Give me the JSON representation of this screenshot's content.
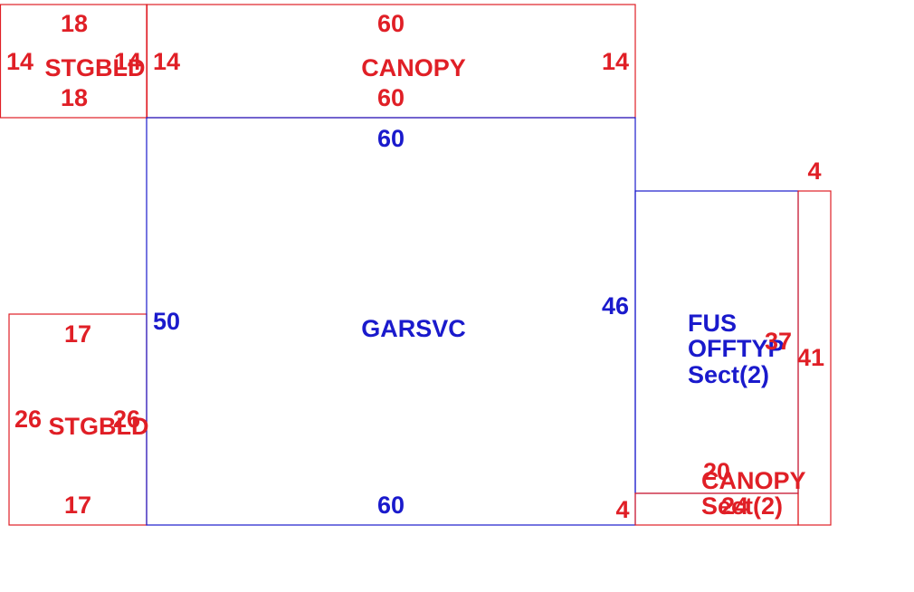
{
  "colors": {
    "red": "#e01f26",
    "blue": "#1a1acc",
    "background": "#ffffff"
  },
  "areas": {
    "stgbld_top": {
      "name": "STGBLD",
      "dim_top": "18",
      "dim_bottom": "18",
      "dim_left": "14",
      "dim_right": "14"
    },
    "canopy_top": {
      "name": "CANOPY",
      "dim_top": "60",
      "dim_bottom": "60",
      "dim_left": "14",
      "dim_right": "14"
    },
    "garsvc": {
      "name": "GARSVC",
      "dim_top": "60",
      "dim_bottom": "60",
      "dim_left": "50",
      "dim_right": "46"
    },
    "stgbld_bottom": {
      "name": "STGBLD",
      "dim_top": "17",
      "dim_bottom": "17",
      "dim_left": "26",
      "dim_right": "26"
    },
    "offtyp": {
      "name_line1": "FUS",
      "name_line2": "OFFTYP",
      "name_line3": "Sect(2)",
      "dim_right": "37"
    },
    "canopy_right": {
      "dim_top": "4",
      "dim_right": "41"
    },
    "canopy_bottom": {
      "name_line1": "CANOPY",
      "name_line2": "Sect(2)",
      "dim_top": "20",
      "dim_bottom": "24",
      "dim_left": "4"
    }
  }
}
